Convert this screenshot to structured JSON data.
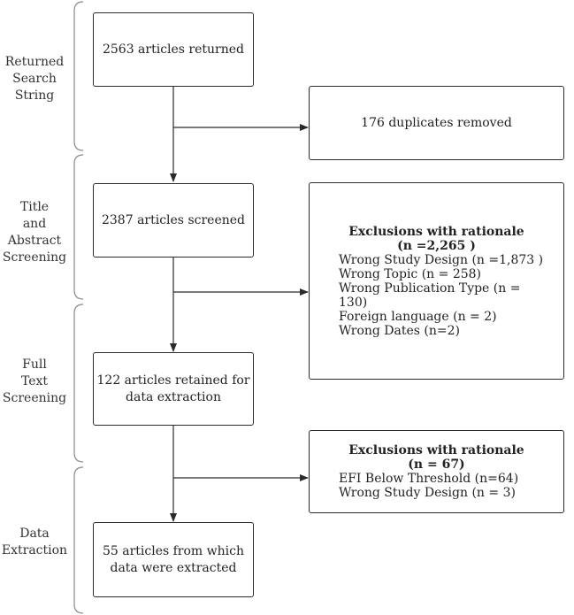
{
  "stages": [
    {
      "label": "Returned\nSearch\nString"
    },
    {
      "label": "Title\nand\nAbstract\nScreening"
    },
    {
      "label": "Full\nText\nScreening"
    },
    {
      "label": "Data\nExtraction"
    }
  ],
  "boxes": {
    "returned": "2563 articles returned",
    "duplicates": "176 duplicates removed",
    "screened": "2387 articles screened",
    "retained": "122 articles retained for\ndata extraction",
    "extracted": "55 articles from which\ndata were extracted"
  },
  "exclusions_1": {
    "heading": "Exclusions with rationale\n(n =2,265 )",
    "items": [
      "Wrong Study Design (n =1,873 )",
      "Wrong Topic (n = 258)",
      "Wrong Publication Type (n = 130)",
      "Foreign language (n = 2)",
      "Wrong Dates (n=2)"
    ]
  },
  "exclusions_2": {
    "heading": "Exclusions with rationale\n(n = 67)",
    "items": [
      "EFI Below Threshold (n=64)",
      "Wrong Study Design (n = 3)"
    ]
  },
  "colors": {
    "line": "#2b2b2b",
    "bracket": "#8a8a8a",
    "text": "#222222",
    "background": "#ffffff"
  }
}
